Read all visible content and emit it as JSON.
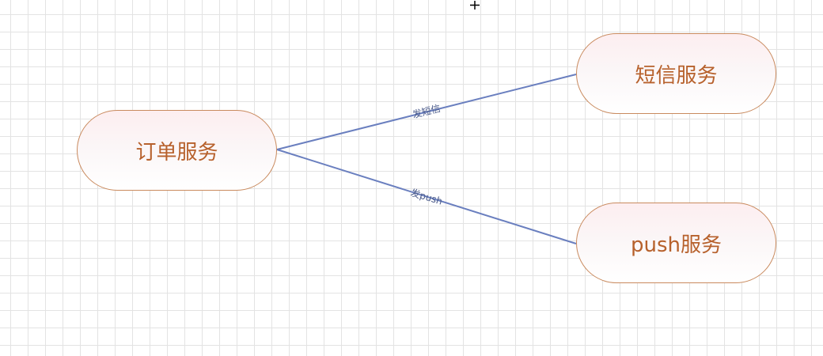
{
  "diagram": {
    "nodes": {
      "order": {
        "label": "订单服务"
      },
      "sms": {
        "label": "短信服务"
      },
      "push": {
        "label": "push服务"
      }
    },
    "edges": {
      "to_sms": {
        "label": "发短信"
      },
      "to_push": {
        "label": "发push"
      }
    },
    "colors": {
      "edge": "#6a7fbf",
      "node_border": "#c98a5e",
      "node_text": "#b7612c",
      "grid": "#e3e3e3"
    }
  },
  "cursor": {
    "icon": "crosshair-cursor-icon"
  }
}
